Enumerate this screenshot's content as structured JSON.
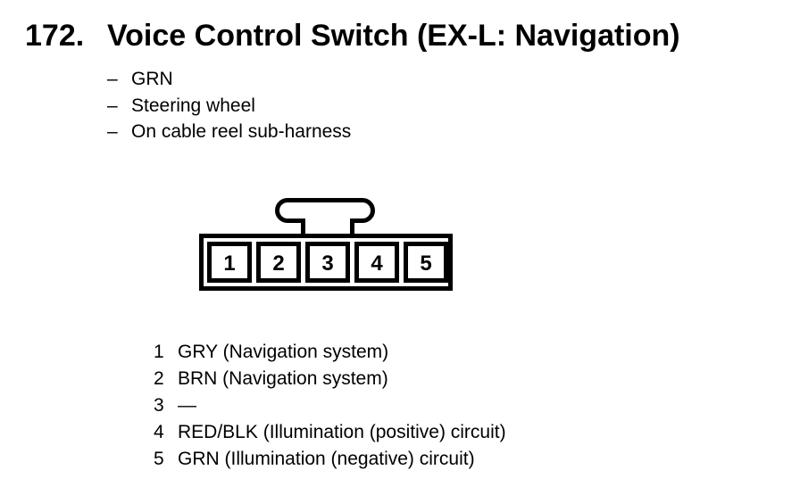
{
  "header": {
    "number": "172.",
    "title": "Voice Control Switch (EX-L: Navigation)"
  },
  "bullets": {
    "dash": "–",
    "items": [
      "GRN",
      "Steering wheel",
      "On cable reel sub-harness"
    ]
  },
  "connector": {
    "pins": [
      "1",
      "2",
      "3",
      "4",
      "5"
    ]
  },
  "pin_functions": [
    {
      "pin": "1",
      "description": "GRY (Navigation system)"
    },
    {
      "pin": "2",
      "description": "BRN (Navigation system)"
    },
    {
      "pin": "3",
      "description": "—"
    },
    {
      "pin": "4",
      "description": "RED/BLK (Illumination (positive) circuit)"
    },
    {
      "pin": "5",
      "description": "GRN (Illumination (negative) circuit)"
    }
  ],
  "colors": {
    "ink": "#000000",
    "background": "#ffffff"
  }
}
